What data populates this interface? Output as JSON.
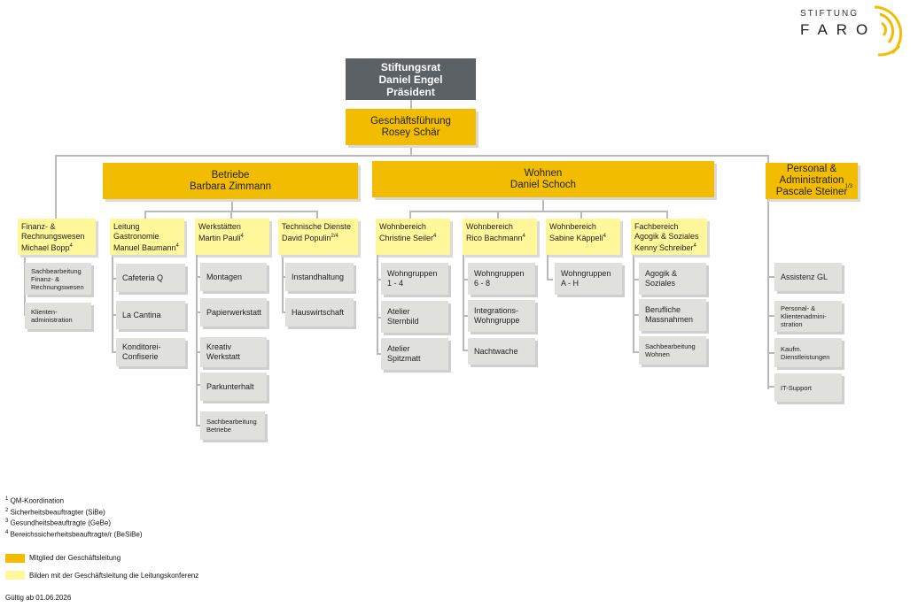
{
  "logo": {
    "small": "STIFTUNG",
    "big": "FARO"
  },
  "top": {
    "board": "Stiftungsrat\nDaniel Engel\nPräsident",
    "management": "Geschäftsführung\nRosey Schär"
  },
  "divisions": {
    "betriebe": "Betriebe\nBarbara Zimmann",
    "wohnen": "Wohnen\nDaniel Schoch",
    "personal": "Personal &\nAdministration\nPascale Steiner",
    "personal_sup": "1/3"
  },
  "units": {
    "finanz": "Finanz- &\nRechnungswesen\nMichael Bopp",
    "finanz_sup": "4",
    "gastro": "Leitung\nGastronomie\nManuel Baumann",
    "gastro_sup": "4",
    "werk": "Werkstätten\nMartin Pauli",
    "werk_sup": "4",
    "tech": "Technische Dienste\nDavid Populin",
    "tech_sup": "2/4",
    "wb1": "Wohnbereich\nChristine Seiler",
    "wb1_sup": "4",
    "wb2": "Wohnbereich\nRico Bachmann",
    "wb2_sup": "4",
    "wb3": "Wohnbereich\nSabine Käppeli",
    "wb3_sup": "4",
    "agogik": "Fachbereich\nAgogik & Soziales\nKenny Schreiber",
    "agogik_sup": "4"
  },
  "teams": {
    "finanz": [
      "Sachbearbeitung\nFinanz- &\nRechnungswesen",
      "Klienten-\nadministration"
    ],
    "gastro": [
      "Cafeteria Q",
      "La Cantina",
      "Konditorei-\nConfiserie"
    ],
    "werk": [
      "Montagen",
      "Papierwerkstatt",
      "Kreativ\nWerkstatt",
      "Parkunterhalt",
      "Sachbearbeitung\nBetriebe"
    ],
    "tech": [
      "Instandhaltung",
      "Hauswirtschaft"
    ],
    "wb1": [
      "Wohngruppen\n1 - 4",
      "Atelier\nSternbild",
      "Atelier\nSpitzmatt"
    ],
    "wb2": [
      "Wohngruppen\n6 - 8",
      "Integrations-\nWohngruppe",
      "Nachtwache"
    ],
    "wb3": [
      "Wohngruppen\nA - H"
    ],
    "agogik": [
      "Agogik &\nSoziales",
      "Berufliche\nMassnahmen",
      "Sachbearbeitung\nWohnen"
    ],
    "personal": [
      "Assistenz GL",
      "Personal- &\nKlientenadmini-\nstration",
      "Kaufm.\nDienstleistungen",
      "IT-Support"
    ]
  },
  "footnotes": [
    {
      "mark": "1",
      "text": "QM-Koordination"
    },
    {
      "mark": "2",
      "text": "Sicherheitsbeauftragter (SiBe)"
    },
    {
      "mark": "3",
      "text": "Gesundheitsbeauftragte (GeBe)"
    },
    {
      "mark": "4",
      "text": "Bereichssicherheitsbeauftragte/r (BeSiBe)"
    }
  ],
  "legend": [
    {
      "color": "#f2bd00",
      "text": "Mitglied der Geschäftsleitung"
    },
    {
      "color": "#fff79a",
      "text": "Bilden mit der Geschäftsleitung die Leitungskonferenz"
    }
  ],
  "validity": "Gültig ab 01.06.2026"
}
